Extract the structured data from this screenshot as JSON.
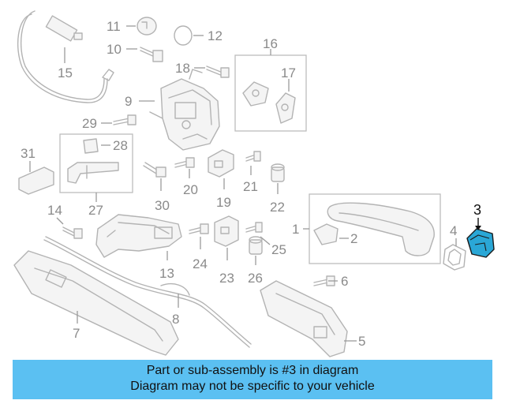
{
  "diagram": {
    "part_numbers": [
      "1",
      "2",
      "3",
      "4",
      "5",
      "6",
      "7",
      "8",
      "9",
      "10",
      "11",
      "12",
      "13",
      "14",
      "15",
      "16",
      "17",
      "18",
      "19",
      "20",
      "21",
      "22",
      "23",
      "24",
      "25",
      "26",
      "27",
      "28",
      "29",
      "30",
      "31"
    ],
    "highlighted_part": "3",
    "highlight_color": "#2aa7d6"
  },
  "banner": {
    "line1": "Part or sub-assembly is #3 in diagram",
    "line2": "Diagram may not be specific to your vehicle",
    "background": "#5bc0f2"
  }
}
